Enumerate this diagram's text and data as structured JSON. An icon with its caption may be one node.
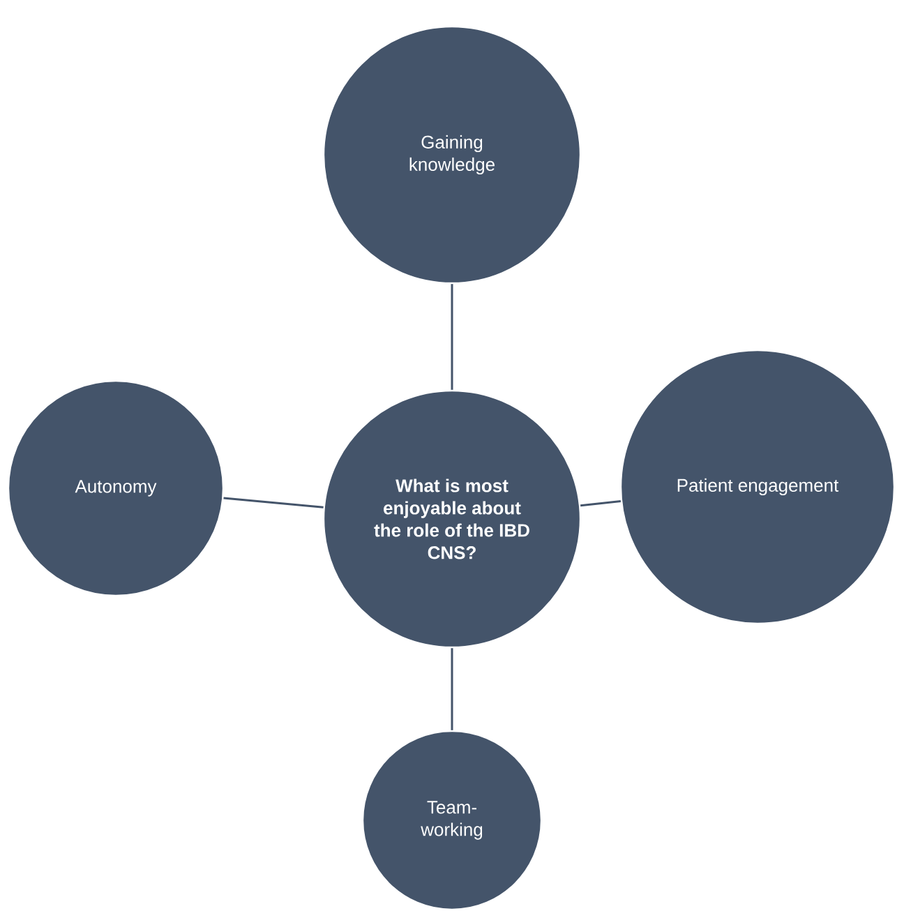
{
  "diagram": {
    "nodes": [
      {
        "text": [
          "Gaining knowledge"
        ]
      },
      {
        "text": [
          "What is most enjoyable about the role of the IBD CNS?"
        ]
      },
      {
        "text": [
          "Autonomy"
        ]
      },
      {
        "text": [
          "Patient engagement"
        ]
      },
      {
        "text": [
          "Team-working"
        ]
      }
    ],
    "edges": [
      {
        "from": 1,
        "to": 0,
        "arrow": "none"
      },
      {
        "from": 1,
        "to": 2,
        "arrow": "none"
      },
      {
        "from": 1,
        "to": 3,
        "arrow": "none"
      },
      {
        "from": 1,
        "to": 4,
        "arrow": "none"
      }
    ]
  }
}
